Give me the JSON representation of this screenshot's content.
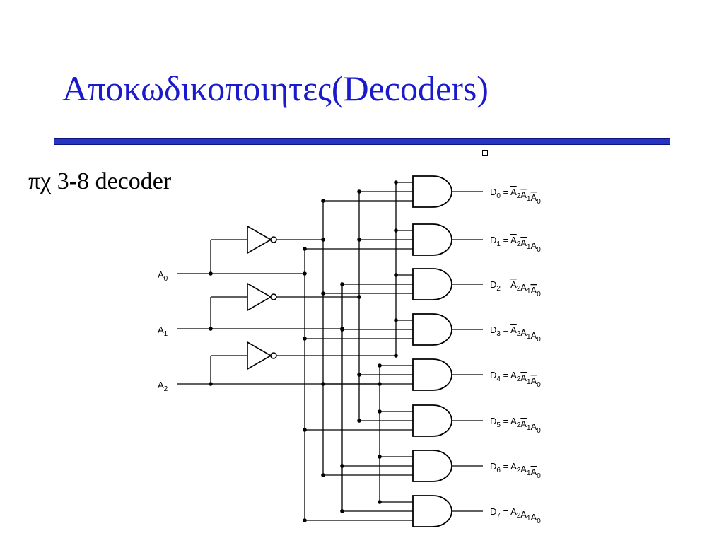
{
  "title": "Αποκωδικοποιητες(Decoders)",
  "subtitle": "πχ 3-8 decoder",
  "inputs": [
    {
      "letter": "A",
      "index": "0"
    },
    {
      "letter": "A",
      "index": "1"
    },
    {
      "letter": "A",
      "index": "2"
    }
  ],
  "outputs": [
    {
      "name": "D",
      "index": "0",
      "terms": [
        [
          "A",
          "2",
          true
        ],
        [
          "A",
          "1",
          true
        ],
        [
          "A",
          "0",
          true
        ]
      ]
    },
    {
      "name": "D",
      "index": "1",
      "terms": [
        [
          "A",
          "2",
          true
        ],
        [
          "A",
          "1",
          true
        ],
        [
          "A",
          "0",
          false
        ]
      ]
    },
    {
      "name": "D",
      "index": "2",
      "terms": [
        [
          "A",
          "2",
          true
        ],
        [
          "A",
          "1",
          false
        ],
        [
          "A",
          "0",
          true
        ]
      ]
    },
    {
      "name": "D",
      "index": "3",
      "terms": [
        [
          "A",
          "2",
          true
        ],
        [
          "A",
          "1",
          false
        ],
        [
          "A",
          "0",
          false
        ]
      ]
    },
    {
      "name": "D",
      "index": "4",
      "terms": [
        [
          "A",
          "2",
          false
        ],
        [
          "A",
          "1",
          true
        ],
        [
          "A",
          "0",
          true
        ]
      ]
    },
    {
      "name": "D",
      "index": "5",
      "terms": [
        [
          "A",
          "2",
          false
        ],
        [
          "A",
          "1",
          true
        ],
        [
          "A",
          "0",
          false
        ]
      ]
    },
    {
      "name": "D",
      "index": "6",
      "terms": [
        [
          "A",
          "2",
          false
        ],
        [
          "A",
          "1",
          false
        ],
        [
          "A",
          "0",
          true
        ]
      ]
    },
    {
      "name": "D",
      "index": "7",
      "terms": [
        [
          "A",
          "2",
          false
        ],
        [
          "A",
          "1",
          false
        ],
        [
          "A",
          "0",
          false
        ]
      ]
    }
  ],
  "colors": {
    "title": "#1a1acc",
    "rule": "#2634c4",
    "wire": "#000000"
  }
}
